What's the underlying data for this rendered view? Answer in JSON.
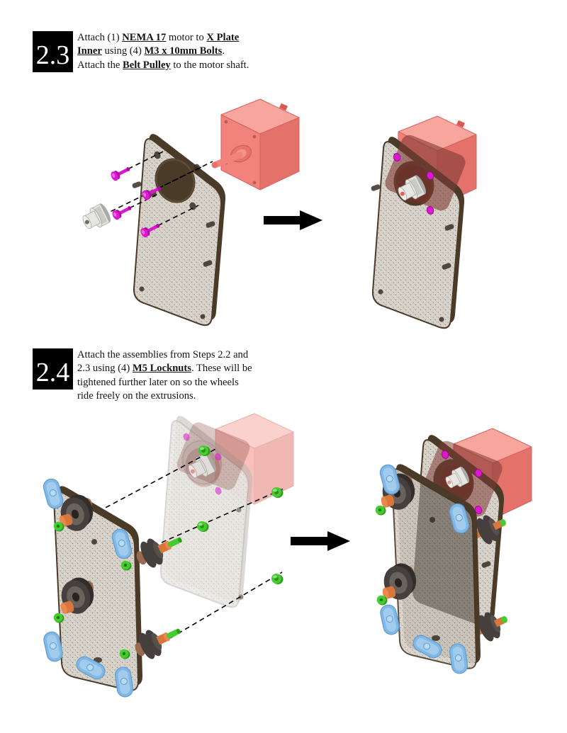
{
  "palette": {
    "page_bg": "#FFFFFF",
    "ink": "#141414",
    "step_box_bg": "#000000",
    "step_box_fg": "#FFFFFF",
    "motor": "#F2837C",
    "motor_light": "#F8A59E",
    "motor_dark": "#E4716A",
    "plate_base": "#D8D3CB",
    "plate_speck1": "#A89E91",
    "plate_speck2": "#8F8578",
    "plate_edge": "#4A3A28",
    "ghost_edge": "#A8A49E",
    "bolt_magenta": "#DC17CF",
    "green": "#46CB31",
    "green_dark": "#2E9E1C",
    "orange": "#D8763C",
    "copper": "#9A6A50",
    "wheel": "#45403D",
    "wheel_light": "#6E6661",
    "blue": "#82B8E6",
    "blue_dark": "#5E9BD0",
    "blue_light": "#B5D8F2",
    "pulley": "#E6E6E3",
    "pulley_dark": "#A9A9A5",
    "seethru_red": "#7E3B34",
    "arrow": "#000000"
  },
  "steps": [
    {
      "number": "2.3",
      "lines": [
        [
          {
            "text": "Attach (1) ",
            "style": "normal"
          },
          {
            "text": "NEMA 17",
            "style": "bold-underline"
          },
          {
            "text": " motor to ",
            "style": "normal"
          },
          {
            "text": "X Plate ",
            "style": "bold-underline"
          }
        ],
        [
          {
            "text": "Inner",
            "style": "bold-underline"
          },
          {
            "text": " using (4) ",
            "style": "normal"
          },
          {
            "text": "M3 x 10mm Bolts",
            "style": "bold-underline"
          },
          {
            "text": ".",
            "style": "normal"
          }
        ],
        [
          {
            "text": "Attach the ",
            "style": "normal"
          },
          {
            "text": "Belt Pulley",
            "style": "bold-underline"
          },
          {
            "text": " to the motor shaft.",
            "style": "normal"
          }
        ]
      ]
    },
    {
      "number": "2.4",
      "lines": [
        [
          {
            "text": "Attach the assemblies from Steps 2.2 and",
            "style": "normal"
          }
        ],
        [
          {
            "text": "2.3 using (4) ",
            "style": "normal"
          },
          {
            "text": "M5 Locknuts",
            "style": "bold-underline"
          },
          {
            "text": ". These will be",
            "style": "normal"
          }
        ],
        [
          {
            "text": "tightened further later on so the wheels",
            "style": "normal"
          }
        ],
        [
          {
            "text": "ride freely on the extrusions.",
            "style": "normal"
          }
        ]
      ]
    }
  ]
}
